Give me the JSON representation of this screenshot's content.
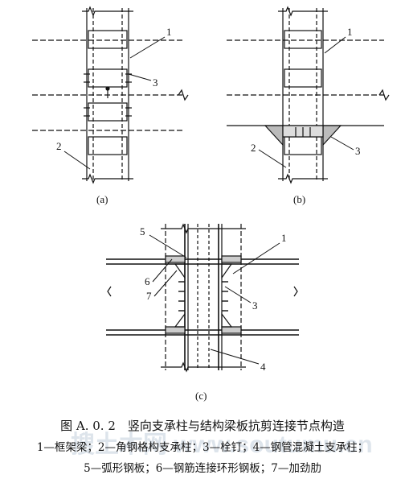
{
  "panels": {
    "a": {
      "caption": "(a)",
      "callouts": [
        "1",
        "3",
        "2"
      ]
    },
    "b": {
      "caption": "(b)",
      "callouts": [
        "1",
        "2",
        "3"
      ]
    },
    "c": {
      "caption": "(c)",
      "callouts": [
        "5",
        "1",
        "6",
        "7",
        "3",
        "4"
      ]
    }
  },
  "figure_title": "图 A. 0. 2　竖向支承柱与结构梁板抗剪连接节点构造",
  "legend": {
    "line1": "1—框架梁；2—角钢格构支承柱；3—栓钉；4—钢管混凝土支承柱；",
    "line2": "5—弧形钢板；6—钢筋连接环形钢板；7—加劲肋"
  },
  "watermark": "搜土木网  www.soutumu.cn"
}
